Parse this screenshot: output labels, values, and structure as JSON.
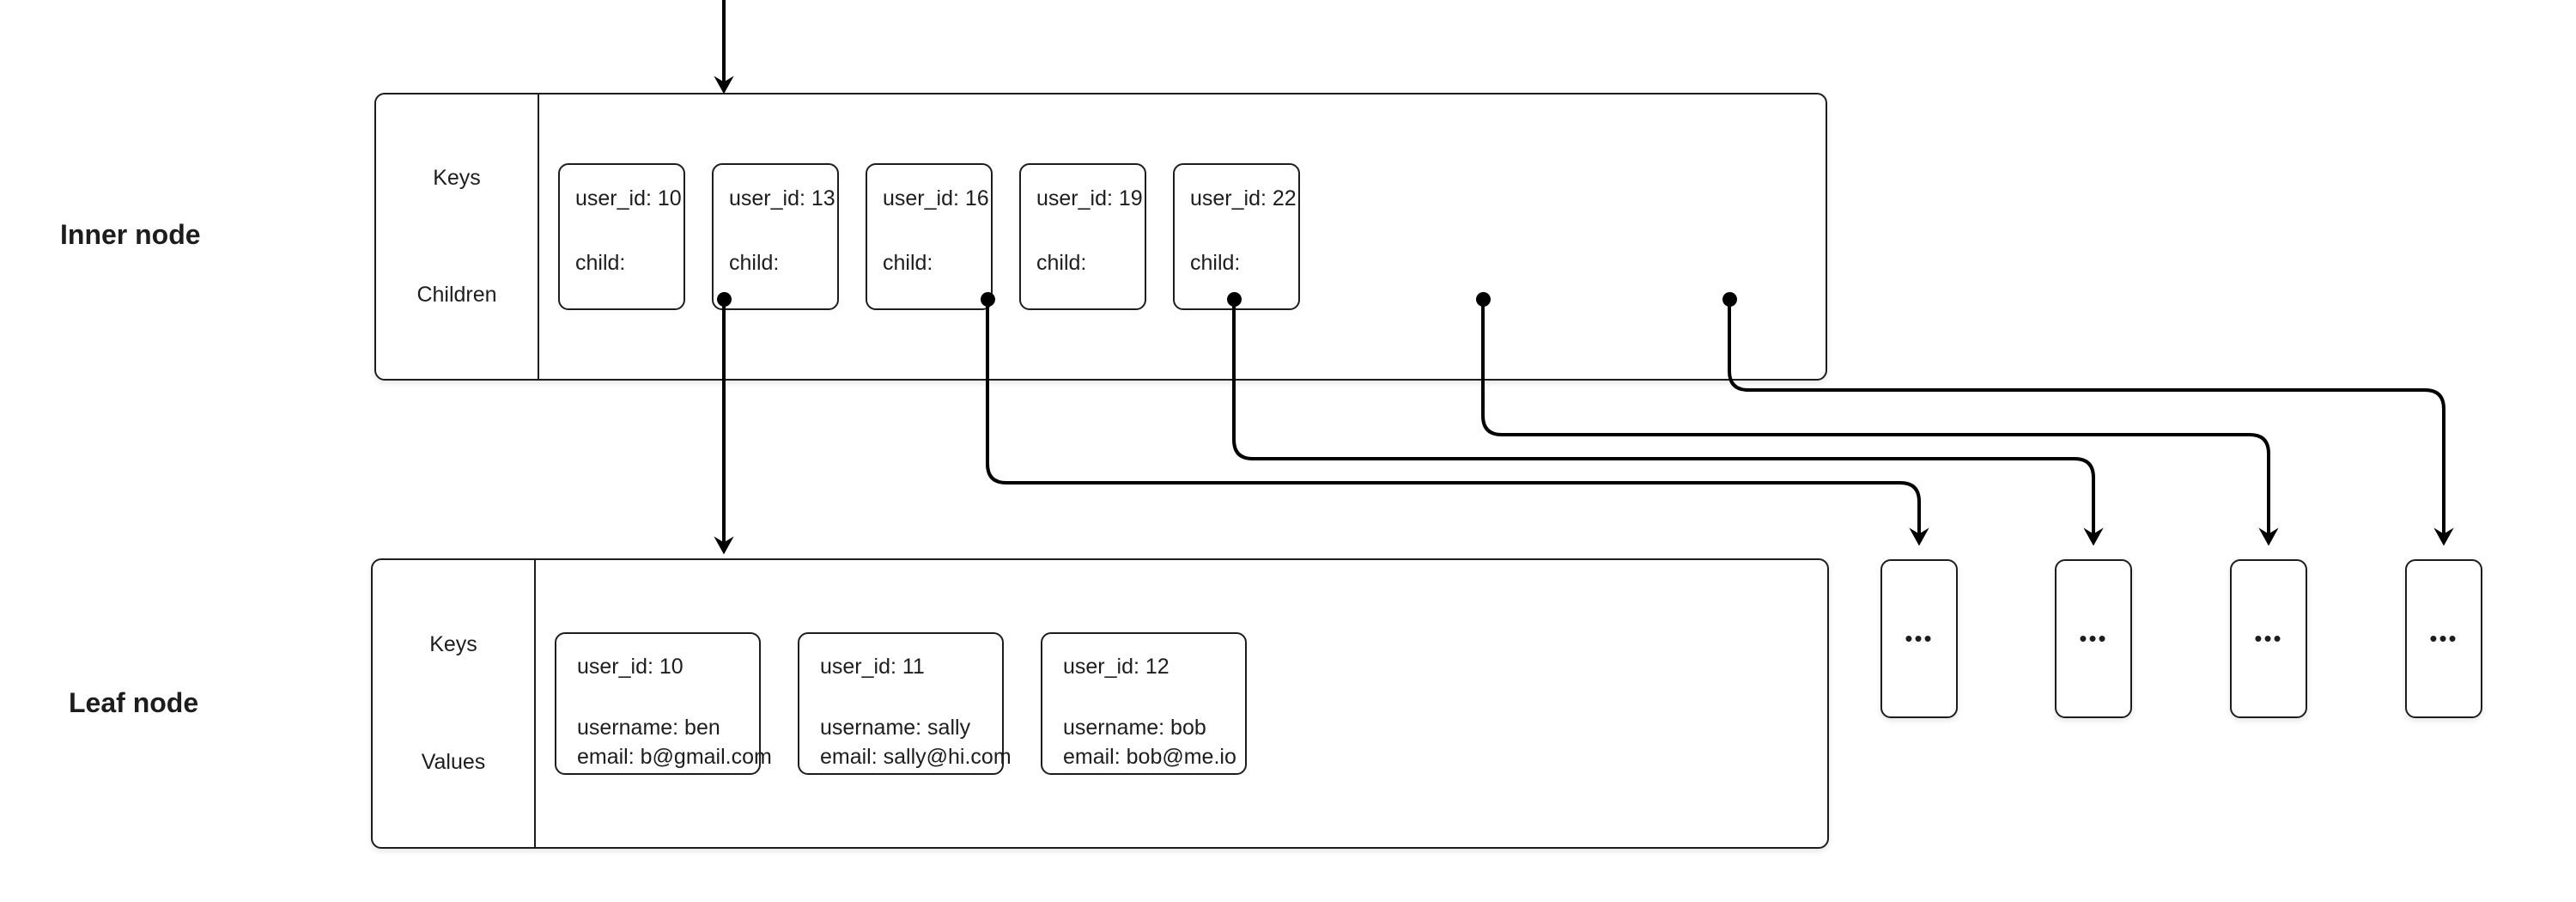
{
  "diagram": {
    "title_inner": "Inner node",
    "title_leaf": "Leaf node",
    "ellipsis": "•••",
    "colors": {
      "stroke": "#1d1d1d",
      "background": "#ffffff",
      "text": "#1d1d1d",
      "dot": "#000000"
    }
  },
  "inner_node": {
    "label_keys": "Keys",
    "label_children": "Children",
    "child_prefix": "child:",
    "cells": [
      {
        "key": "user_id: 10",
        "child_label": "child:"
      },
      {
        "key": "user_id: 13",
        "child_label": "child:"
      },
      {
        "key": "user_id: 16",
        "child_label": "child:"
      },
      {
        "key": "user_id: 19",
        "child_label": "child:"
      },
      {
        "key": "user_id: 22",
        "child_label": "child:"
      }
    ]
  },
  "leaf_node": {
    "label_keys": "Keys",
    "label_values": "Values",
    "cells": [
      {
        "key": "user_id: 10",
        "username": "username: ben",
        "email": "email: b@gmail.com"
      },
      {
        "key": "user_id: 11",
        "username": "username: sally",
        "email": "email: sally@hi.com"
      },
      {
        "key": "user_id: 12",
        "username": "username: bob",
        "email": "email: bob@me.io"
      }
    ]
  },
  "sibling_leaves": [
    {
      "text": "•••"
    },
    {
      "text": "•••"
    },
    {
      "text": "•••"
    },
    {
      "text": "•••"
    }
  ]
}
